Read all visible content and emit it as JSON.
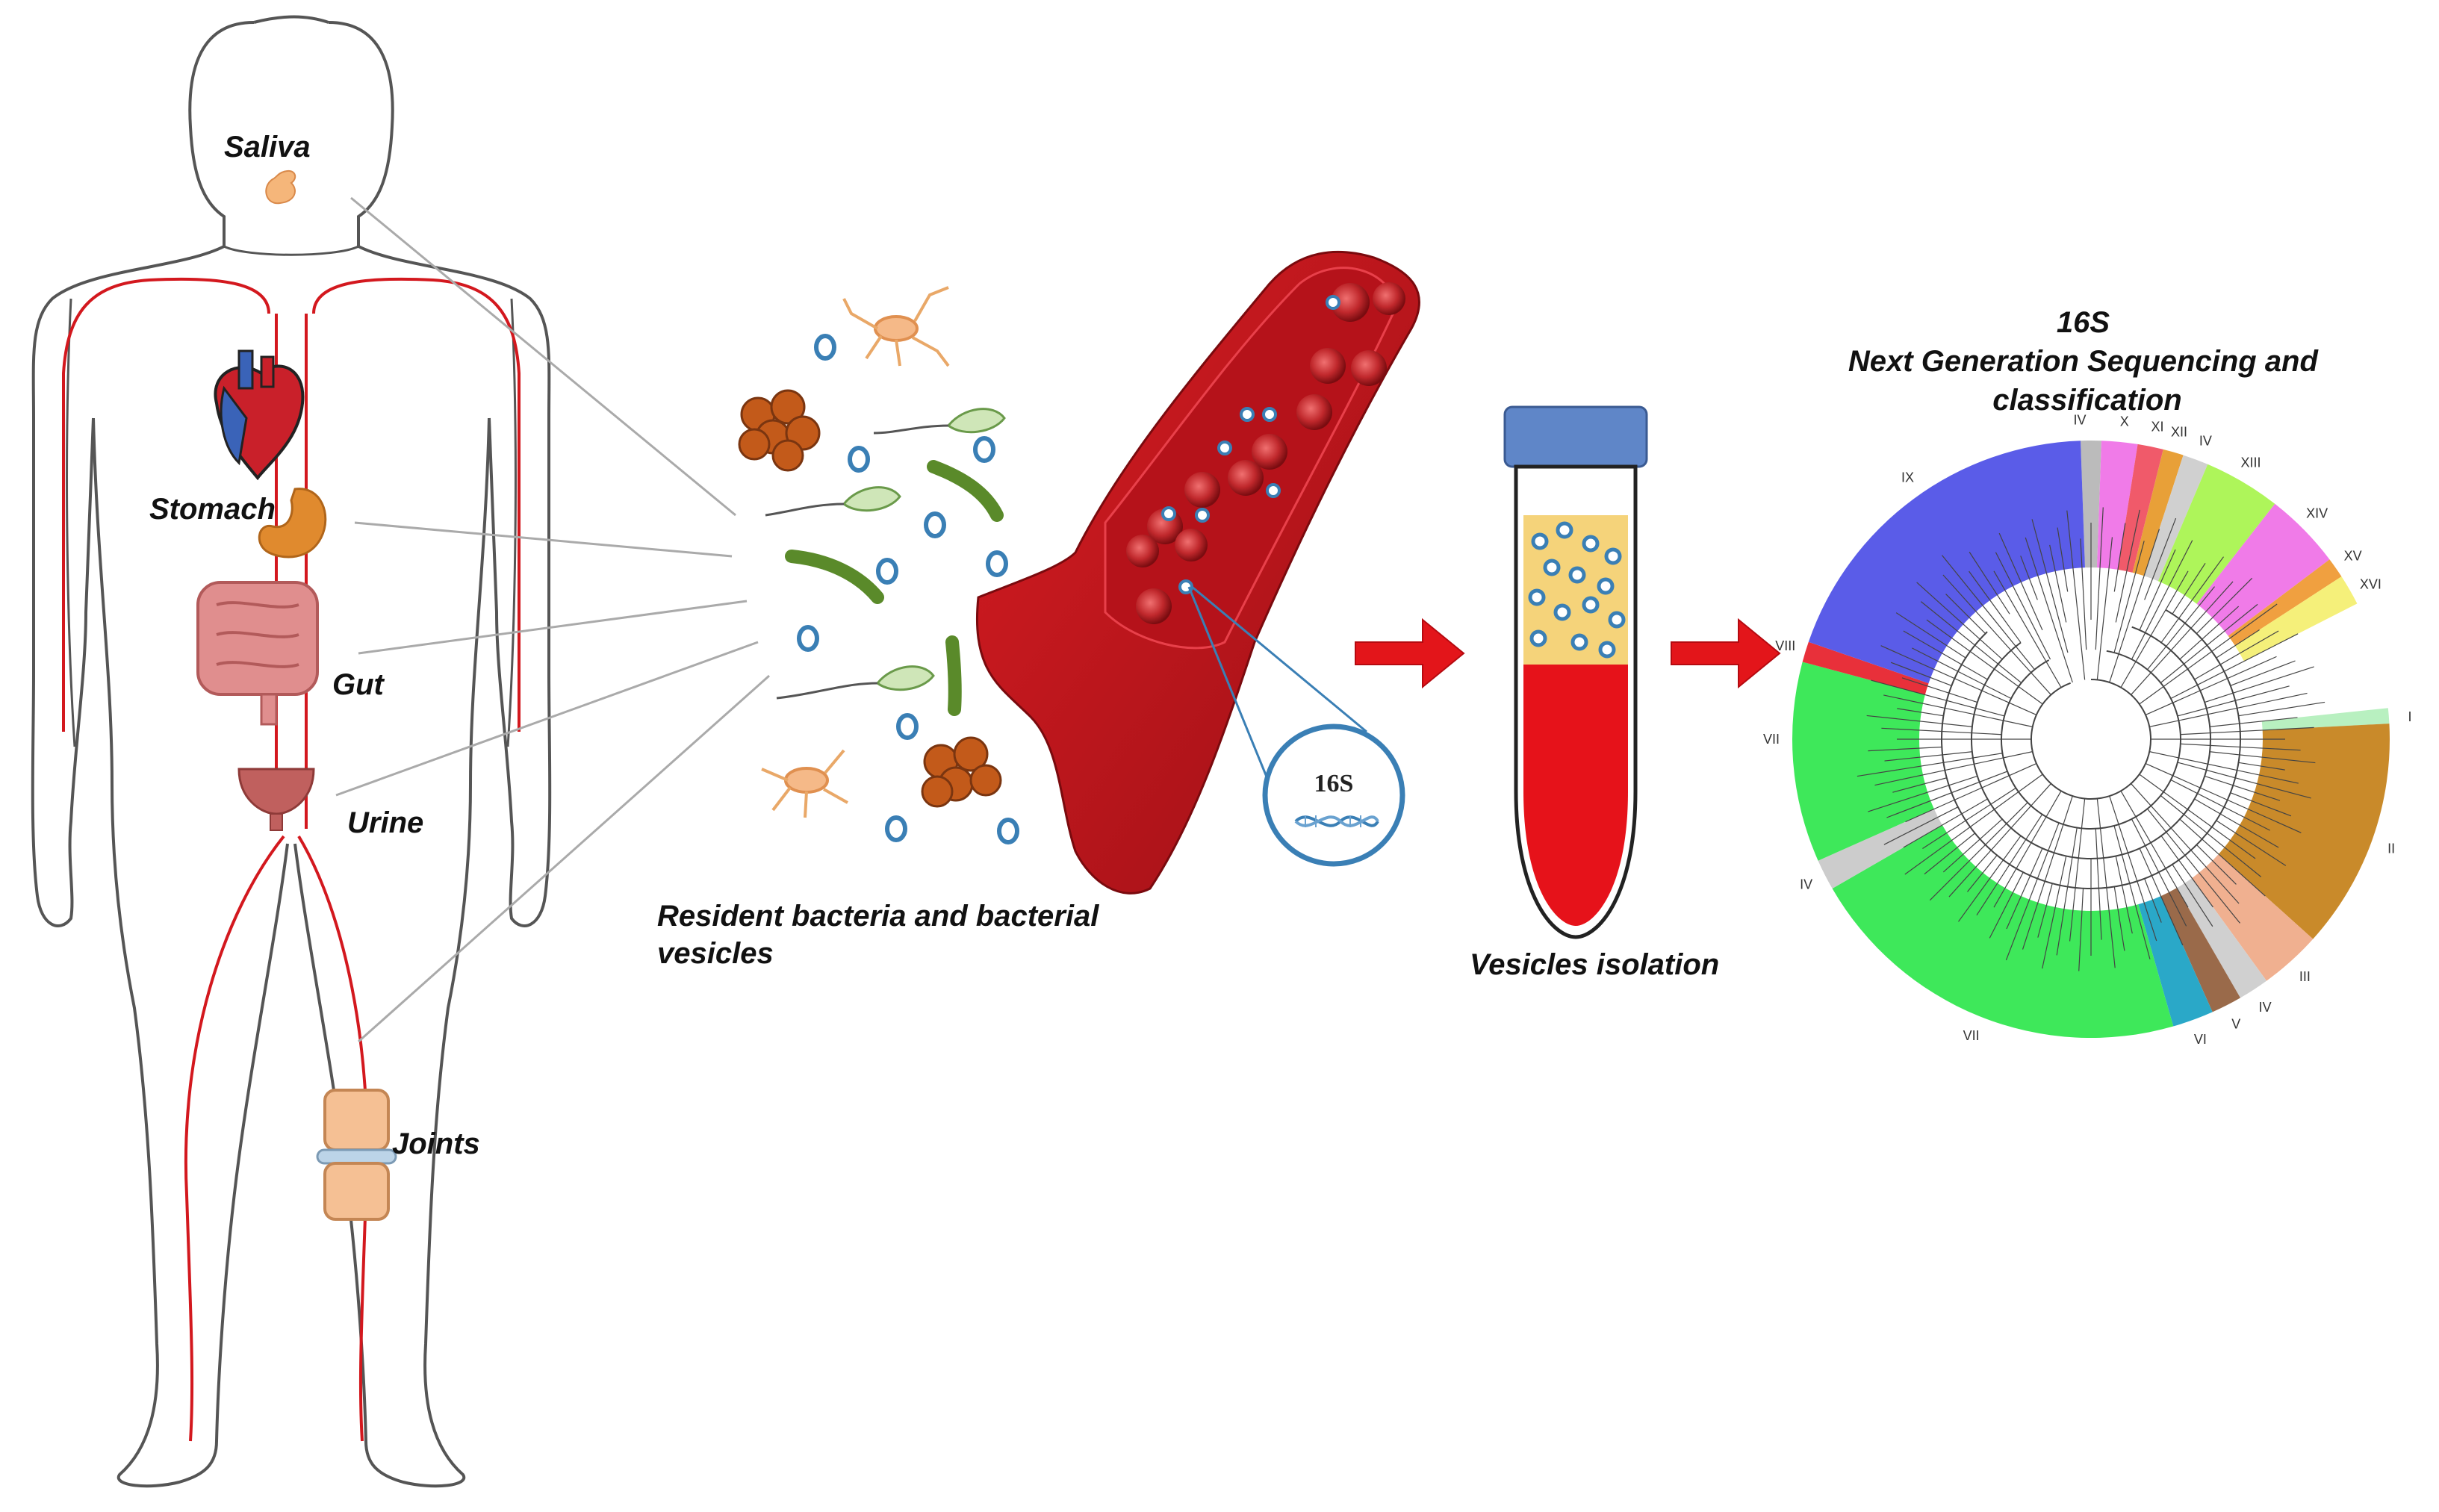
{
  "body_labels": {
    "saliva": "Saliva",
    "stomach": "Stomach",
    "gut": "Gut",
    "urine": "Urine",
    "joints": "Joints"
  },
  "bacteria_caption": [
    "Resident bacteria and bacterial",
    "vesicles"
  ],
  "blood_vessel_badge": "16S",
  "tube_caption": "Vesicles isolation",
  "tree_title": [
    "16S",
    "Next Generation Sequencing and",
    "classification"
  ],
  "clade_labels": [
    "IV",
    "X",
    "XI",
    "XII",
    "IV",
    "XIII",
    "XIV",
    "XV",
    "XVI",
    "I",
    "II",
    "III",
    "IV",
    "V",
    "VI",
    "VII",
    "IV",
    "VII",
    "VIII",
    "IX"
  ],
  "colors": {
    "vessel": "#c8161d",
    "vessel_dark": "#8e0f14",
    "arrow": "#e3151a",
    "tube_cap": "#5f86c8",
    "vesicle": "#3a7fb5",
    "clade_blue": "#5a5ce8",
    "clade_green": "#3ee85a",
    "clade_brown": "#c98a2a",
    "clade_pink": "#f07be8",
    "clade_lime": "#aef55a"
  }
}
